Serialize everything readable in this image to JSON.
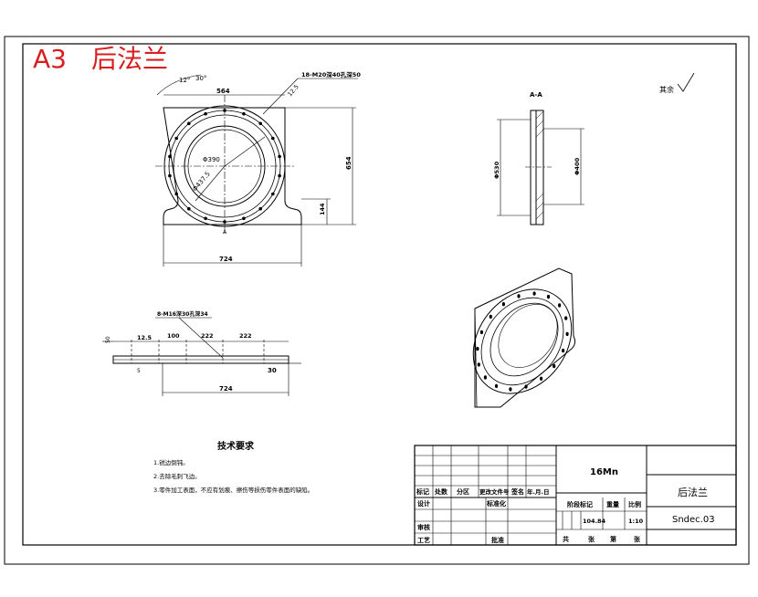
{
  "sheet": {
    "size_label": "A3",
    "title_overlay": "后法兰",
    "roughness_note": "其余"
  },
  "front_view": {
    "width_top": "564",
    "height": "654",
    "width_bottom": "724",
    "bottom_step": "144",
    "bolt_angle_a": "12°",
    "bolt_angle_b": "30°",
    "hole_note": "18-M20深40孔深50",
    "chamfer": "12.5",
    "diameter_inner": "Φ390",
    "diameter_pcd": "Φ437.5",
    "section_mark": "A"
  },
  "section_view": {
    "title": "A-A",
    "diameter_left": "Φ530",
    "diameter_right": "Φ400"
  },
  "bottom_view": {
    "hole_note": "8-M16深30孔深34",
    "d1": "100",
    "d2": "222",
    "d3": "222",
    "d4": "12.5",
    "d5": "30",
    "d6": "50",
    "total": "724",
    "left_thk": "5"
  },
  "tech_req": {
    "title": "技术要求",
    "items": [
      "1.锐边倒钝。",
      "2.去除毛刺飞边。",
      "3.零件加工表面，不应有划痕、擦伤等损伤零件表面的缺陷。"
    ]
  },
  "title_block": {
    "material": "16Mn",
    "part_name": "后法兰",
    "drawing_no": "Sndec.03",
    "headers": [
      "标记",
      "处数",
      "分区",
      "更改文件号",
      "签名",
      "年.月.日"
    ],
    "row_design": "设计",
    "row_standard": "标准化",
    "row_review": "审核",
    "row_process": "工艺",
    "row_approve": "批准",
    "stage_label": "阶段标记",
    "weight_label": "重量",
    "scale_label": "比例",
    "weight": "104.84",
    "scale": "1:10",
    "sheet_total": "共",
    "sheet_zhang1": "张",
    "sheet_di": "第",
    "sheet_zhang2": "张"
  }
}
